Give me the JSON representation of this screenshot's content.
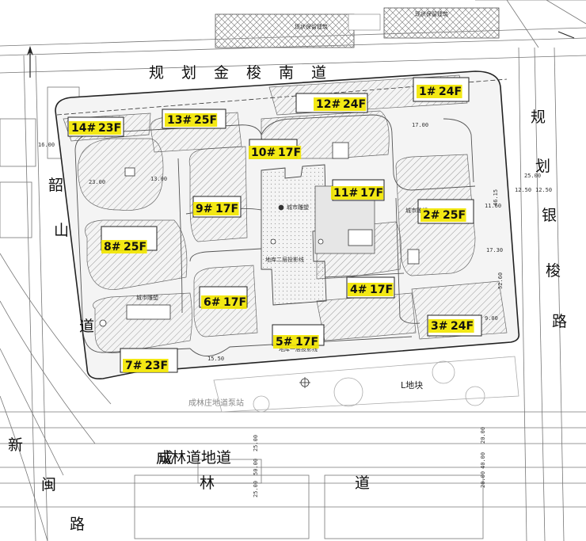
{
  "roads": {
    "north": "规划金梭南道",
    "east": "规划银梭路",
    "west": "韶山道",
    "south": "成林道",
    "southwest": "新闽路",
    "subway": "成林道地道"
  },
  "buildings": [
    {
      "id": "14#",
      "floors": "23F"
    },
    {
      "id": "13#",
      "floors": "25F"
    },
    {
      "id": "12#",
      "floors": "24F"
    },
    {
      "id": "1#",
      "floors": "24F"
    },
    {
      "id": "10#",
      "floors": "17F"
    },
    {
      "id": "11#",
      "floors": "17F"
    },
    {
      "id": "9#",
      "floors": "17F"
    },
    {
      "id": "2#",
      "floors": "25F"
    },
    {
      "id": "8#",
      "floors": "25F"
    },
    {
      "id": "6#",
      "floors": "17F"
    },
    {
      "id": "4#",
      "floors": "17F"
    },
    {
      "id": "5#",
      "floors": "17F"
    },
    {
      "id": "3#",
      "floors": "24F"
    },
    {
      "id": "7#",
      "floors": "23F"
    }
  ],
  "labels": {
    "plot_l": "L地块",
    "station": "成林庄地道泵站",
    "garage_b2": "地库二层投影线",
    "garage_b1": "地库一层投影线",
    "keep_bldg_1": "现状保留建筑",
    "keep_bldg_2": "现状保留建筑",
    "city_sculpture": "城市雕塑",
    "city_sculpture_2": "城市雕塑",
    "city_sculpture_3": "城市雕塑"
  },
  "dimensions": [
    "25.00",
    "50.00",
    "25.00",
    "20.00",
    "40.00",
    "20.00",
    "12.50",
    "12.50",
    "25.00",
    "46.15",
    "17.30",
    "52.60",
    "11.60",
    "16.00",
    "23.00",
    "15.50",
    "13.00",
    "17.00",
    "9.00"
  ]
}
